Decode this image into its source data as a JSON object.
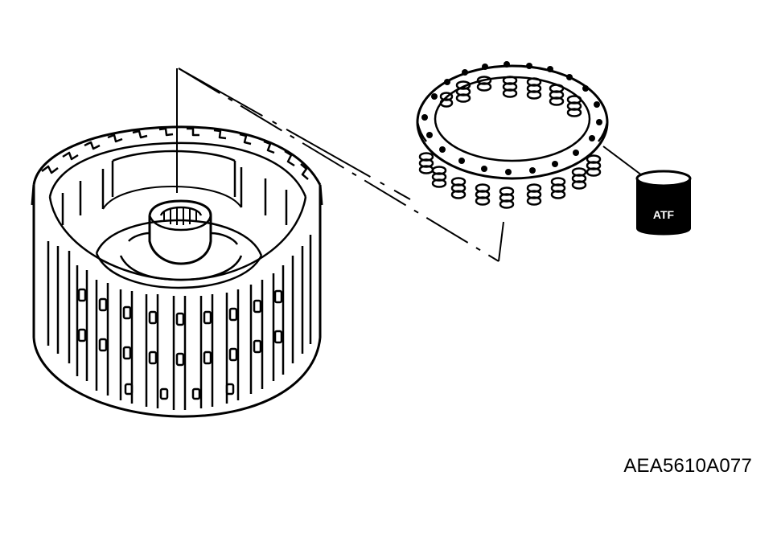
{
  "figure": {
    "code": "AEA5610A077"
  },
  "parts": {
    "clutch_drum": {
      "name": "clutch-drum"
    },
    "spring_retainer": {
      "name": "return-spring-retainer"
    },
    "fluid_container": {
      "label": "ATF"
    }
  },
  "colors": {
    "line": "#000000",
    "background": "#ffffff",
    "can_fill": "#000000",
    "can_text": "#ffffff"
  }
}
